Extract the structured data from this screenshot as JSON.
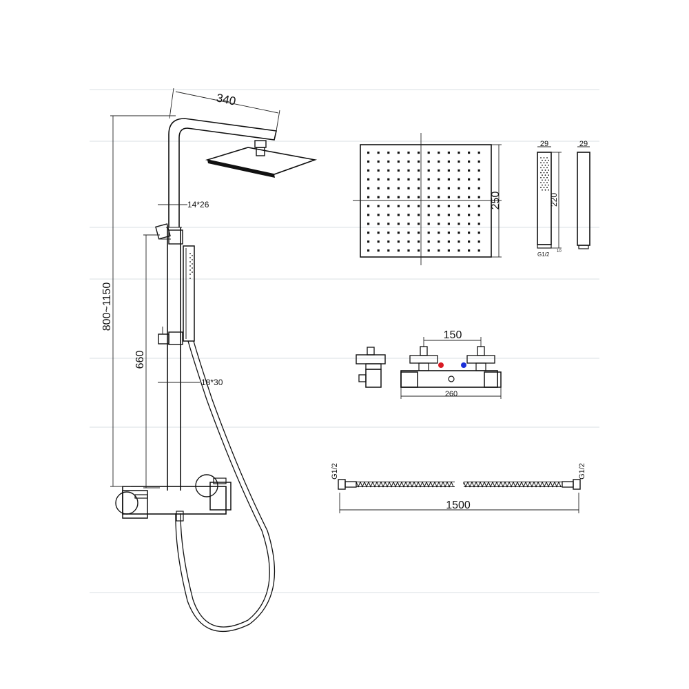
{
  "dimensions": {
    "arm_length": "340",
    "total_height": "800~1150",
    "slide_rail_length": "660",
    "upper_tube": "14*26",
    "lower_tube": "18*30",
    "head_size": "250",
    "handshower_width": "29",
    "handshower_length": "220",
    "handshower_thread": "G1/2",
    "handshower_small": "10",
    "valve_centers": "150",
    "valve_length": "260",
    "hose_length": "1500",
    "hose_thread_left": "G1/2",
    "hose_thread_right": "G1/2"
  },
  "colors": {
    "hot": "#d81b24",
    "cold": "#1b2fd8",
    "line": "#111111"
  }
}
